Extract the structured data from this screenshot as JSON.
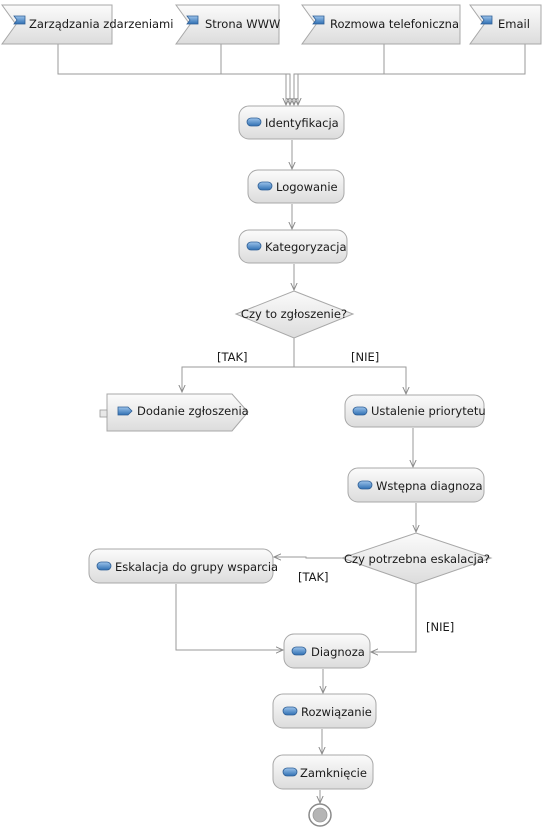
{
  "events": [
    {
      "id": "ev1",
      "label": "Zarządzania zdarzeniami"
    },
    {
      "id": "ev2",
      "label": "Strona WWW"
    },
    {
      "id": "ev3",
      "label": "Rozmowa telefoniczna"
    },
    {
      "id": "ev4",
      "label": "Email"
    }
  ],
  "actions": {
    "identyfikacja": "Identyfikacja",
    "logowanie": "Logowanie",
    "kategoryzacja": "Kategoryzacja",
    "dodanie": "Dodanie zgłoszenia",
    "ustalenie": "Ustalenie priorytetu",
    "wstepna": "Wstępna diagnoza",
    "eskalacja": "Eskalacja do grupy wsparcia",
    "diagnoza": "Diagnoza",
    "rozwiazanie": "Rozwiązanie",
    "zamkniecie": "Zamknięcie"
  },
  "decisions": {
    "czy_zgloszenie": "Czy to zgłoszenie?",
    "czy_eskalacja": "Czy potrzebna eskalacja?"
  },
  "guards": {
    "tak1": "[TAK]",
    "nie1": "[NIE]",
    "tak2": "[TAK]",
    "nie2": "[NIE]"
  },
  "colors": {
    "node_fill_top": "#ffffff",
    "node_fill_bottom": "#dcdcdc",
    "icon_blue": "#4a86c5",
    "line": "#9a9a9a"
  }
}
